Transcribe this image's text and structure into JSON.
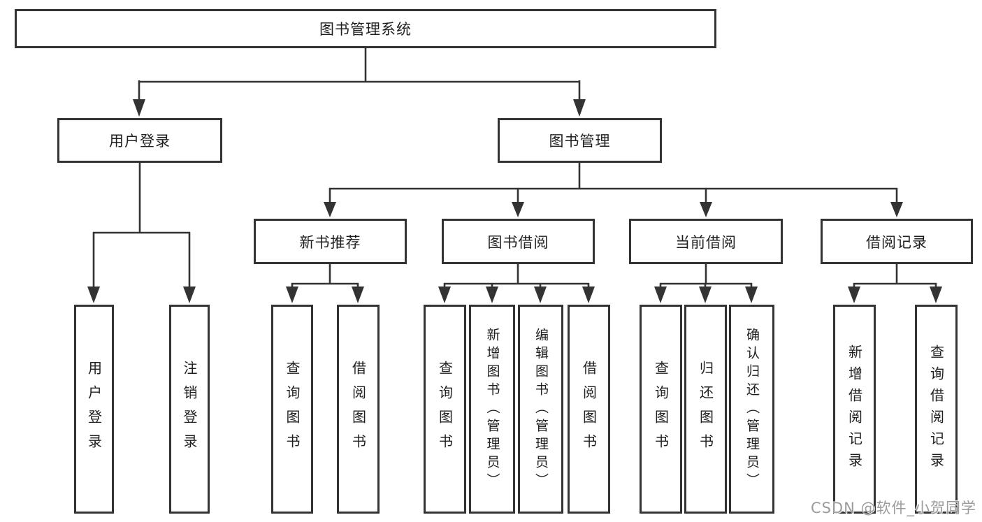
{
  "tree": {
    "label": "图书管理系统",
    "children": [
      {
        "label": "用户登录",
        "children": [
          {
            "label": "用户登录"
          },
          {
            "label": "注销登录"
          }
        ]
      },
      {
        "label": "图书管理",
        "children": [
          {
            "label": "新书推荐",
            "children": [
              {
                "label": "查询图书"
              },
              {
                "label": "借阅图书"
              }
            ]
          },
          {
            "label": "图书借阅",
            "children": [
              {
                "label": "查询图书"
              },
              {
                "label": "新增图书（管理员）"
              },
              {
                "label": "编辑图书（管理员）"
              },
              {
                "label": "借阅图书"
              }
            ]
          },
          {
            "label": "当前借阅",
            "children": [
              {
                "label": "查询图书"
              },
              {
                "label": "归还图书"
              },
              {
                "label": "确认归还（管理员）"
              }
            ]
          },
          {
            "label": "借阅记录",
            "children": [
              {
                "label": "新增借阅记录"
              },
              {
                "label": "查询借阅记录"
              }
            ]
          }
        ]
      }
    ]
  },
  "watermark": {
    "text": "CSDN @软件_小贺同学"
  },
  "colors": {
    "line": "#333333",
    "text": "#1f1f1f",
    "box_background": "#ffffff",
    "page_background": "#ffffff",
    "watermark": "#9b9b9b"
  }
}
